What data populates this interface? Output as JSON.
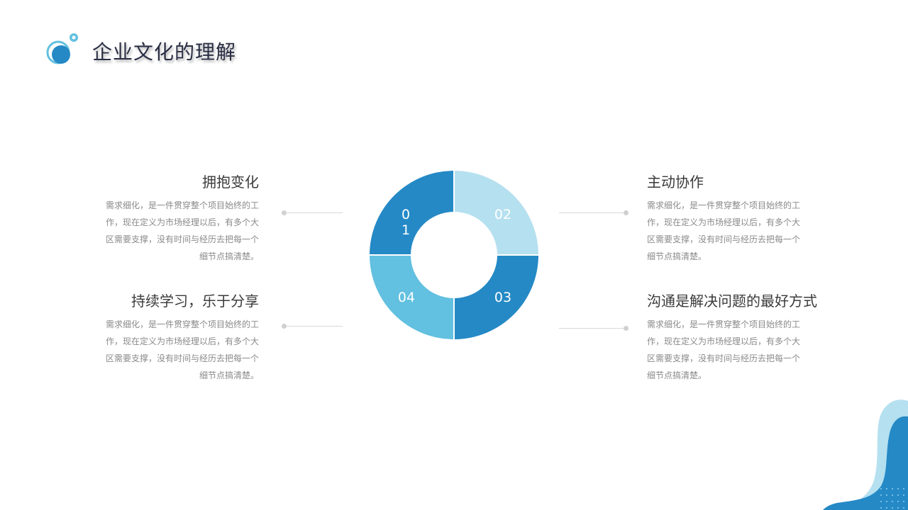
{
  "header": {
    "title": "企业文化的理解",
    "logo_icon": "bubbles-logo-icon"
  },
  "colors": {
    "dark_blue": "#2589c6",
    "light_blue": "#b5e0ef",
    "mid_blue": "#62c0e0",
    "title_color": "#2b2f45",
    "text_gray": "#8a8a8a"
  },
  "donut": {
    "segments": [
      {
        "label": "0\n1",
        "label_line1": "0",
        "label_line2": "1",
        "color": "#2589c6",
        "position": "top-left"
      },
      {
        "label": "02",
        "color": "#b5e0ef",
        "position": "top-right"
      },
      {
        "label": "03",
        "color": "#2589c6",
        "position": "bottom-right"
      },
      {
        "label": "04",
        "color": "#62c0e0",
        "position": "bottom-left"
      }
    ]
  },
  "items": [
    {
      "number": "01",
      "heading": "拥抱变化",
      "description": "需求细化，是一件贯穿整个项目始终的工作，现在定义为市场经理以后，有多个大区需要支撑，没有时间与经历去把每一个细节点搞清楚。"
    },
    {
      "number": "02",
      "heading": "主动协作",
      "description": "需求细化，是一件贯穿整个项目始终的工作，现在定义为市场经理以后，有多个大区需要支撑，没有时间与经历去把每一个细节点搞清楚。"
    },
    {
      "number": "03",
      "heading": "沟通是解决问题的最好方式",
      "description": "需求细化，是一件贯穿整个项目始终的工作，现在定义为市场经理以后，有多个大区需要支撑，没有时间与经历去把每一个细节点搞清楚。"
    },
    {
      "number": "04",
      "heading": "持续学习，乐于分享",
      "description": "需求细化，是一件贯穿整个项目始终的工作，现在定义为市场经理以后，有多个大区需要支撑，没有时间与经历去把每一个细节点搞清楚。"
    }
  ]
}
